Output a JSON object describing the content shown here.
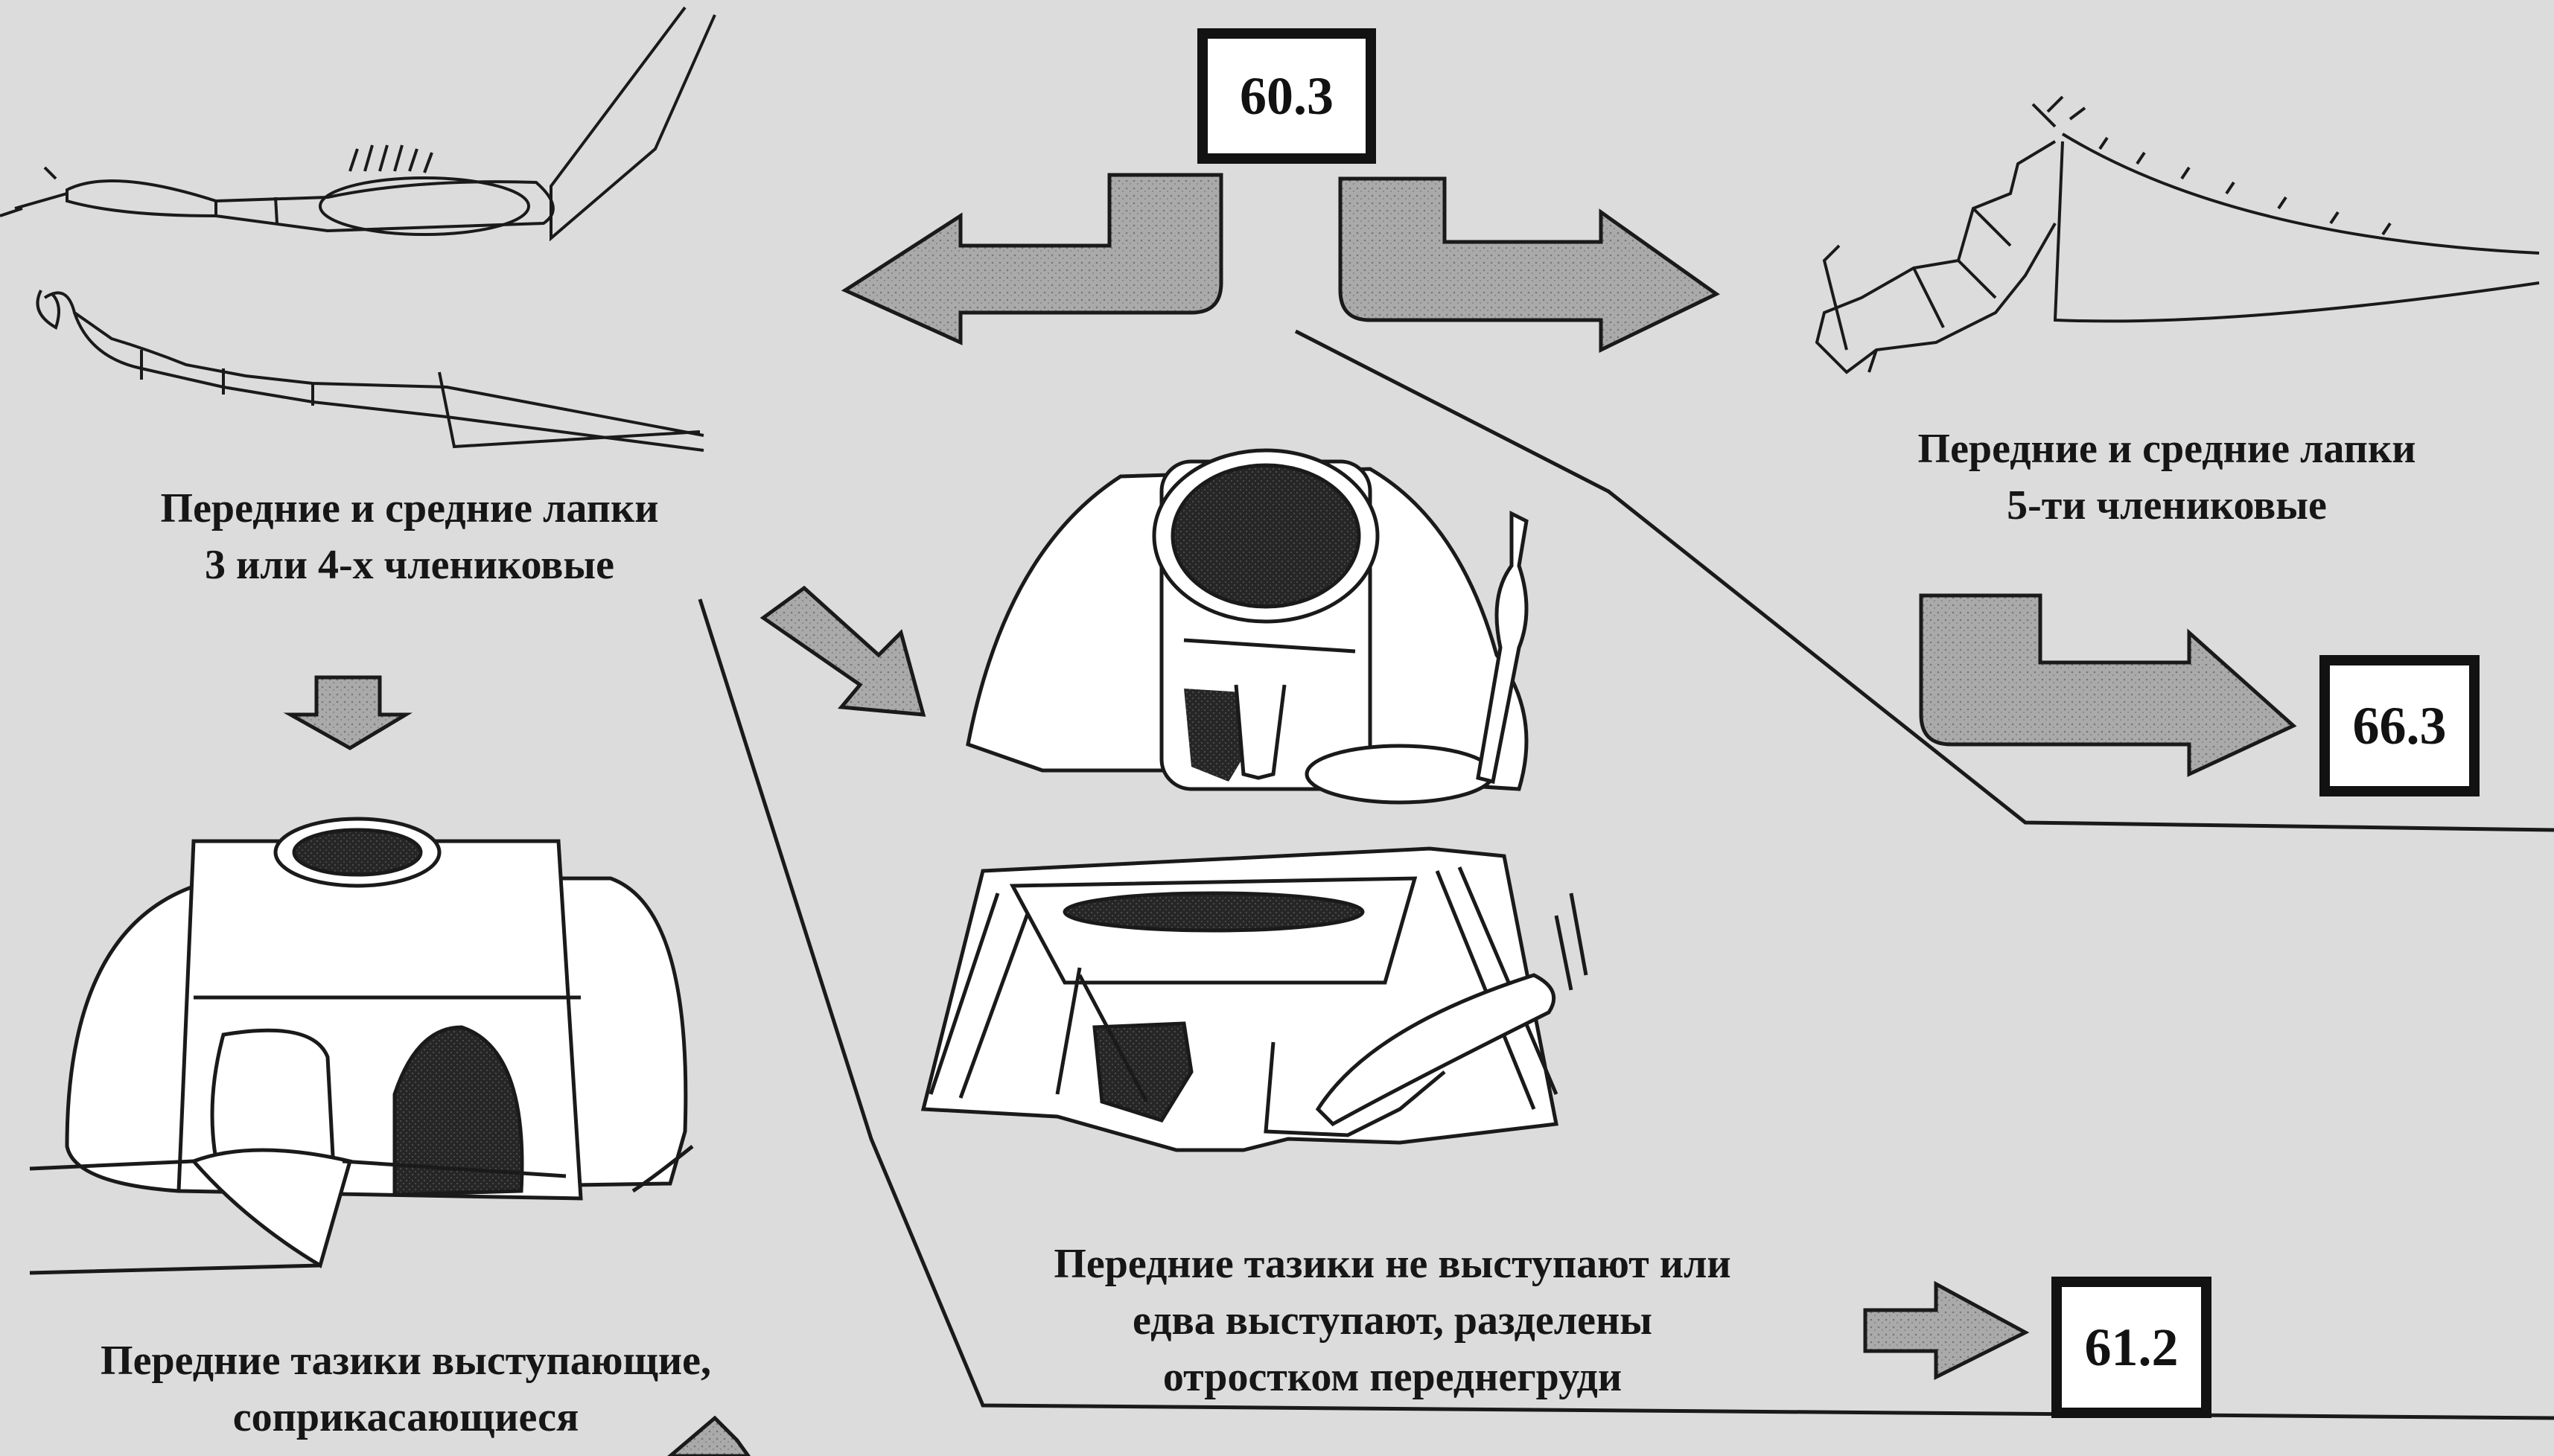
{
  "keys": {
    "current": "60.3",
    "tarsi_5_next": "66.3",
    "coxae_separated_next": "61.2"
  },
  "labels": {
    "tarsi_3_4": [
      "Передние и средние лапки",
      "3 или 4-х члениковые"
    ],
    "tarsi_5": [
      "Передние и средние лапки",
      "5-ти члениковые"
    ],
    "coxae_separated": [
      "Передние тазики не выступают или",
      "едва выступают, разделены",
      "отростком переднегруди"
    ],
    "coxae_contiguous": [
      "Передние тазики выступающие,",
      "соприкасающиеся"
    ]
  },
  "colors": {
    "background": "#dcdcdc",
    "arrow_fill": "#a8a8a8",
    "ink": "#161616",
    "dark_fill": "#2a2a2a"
  }
}
